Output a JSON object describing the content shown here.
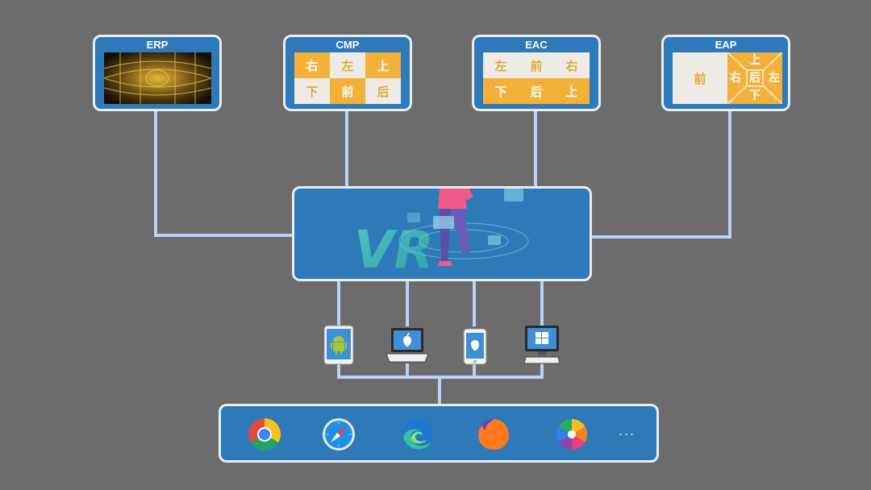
{
  "formats": {
    "erp": {
      "title": "ERP"
    },
    "cmp": {
      "title": "CMP",
      "faces": [
        {
          "label": "右",
          "tone": "orange"
        },
        {
          "label": "左",
          "tone": "white"
        },
        {
          "label": "上",
          "tone": "orange"
        },
        {
          "label": "下",
          "tone": "white"
        },
        {
          "label": "前",
          "tone": "orange"
        },
        {
          "label": "后",
          "tone": "white"
        }
      ]
    },
    "eac": {
      "title": "EAC",
      "faces": [
        {
          "label": "左",
          "tone": "white"
        },
        {
          "label": "前",
          "tone": "white"
        },
        {
          "label": "右",
          "tone": "white"
        },
        {
          "label": "下",
          "tone": "orange"
        },
        {
          "label": "后",
          "tone": "orange"
        },
        {
          "label": "上",
          "tone": "orange"
        }
      ]
    },
    "eap": {
      "title": "EAP",
      "front": "前",
      "top": "上",
      "left": "右",
      "center": "后",
      "right": "左",
      "bottom": "下"
    }
  },
  "hub": {
    "logo_text": "VR"
  },
  "devices": [
    {
      "icon": "android-tablet-icon"
    },
    {
      "icon": "apple-laptop-icon"
    },
    {
      "icon": "apple-phone-icon"
    },
    {
      "icon": "windows-desktop-icon"
    }
  ],
  "browsers": [
    {
      "icon": "chrome-icon"
    },
    {
      "icon": "safari-icon"
    },
    {
      "icon": "edge-icon"
    },
    {
      "icon": "firefox-icon"
    },
    {
      "icon": "browser-pinwheel-icon"
    },
    {
      "icon": "more-dots-icon",
      "text": "···"
    }
  ],
  "colors": {
    "background": "#6c6c6c",
    "panel": "#2e7ab9",
    "panel_border": "#e9eef4",
    "connector": "#b9d3f5",
    "face_orange": "#f3b13a",
    "face_white": "#eeebe6"
  }
}
